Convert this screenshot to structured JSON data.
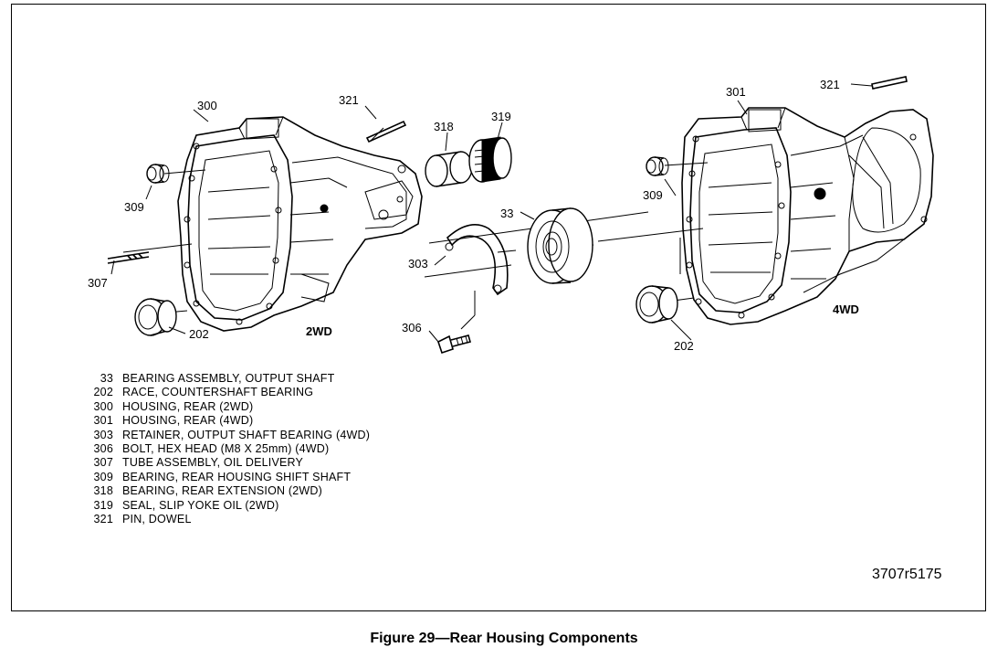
{
  "callouts": {
    "c300": "300",
    "c321a": "321",
    "c318": "318",
    "c319": "319",
    "c309a": "309",
    "c307": "307",
    "c202a": "202",
    "c2wd": "2WD",
    "c33": "33",
    "c303": "303",
    "c306": "306",
    "c301": "301",
    "c321b": "321",
    "c309b": "309",
    "c4wd": "4WD",
    "c202b": "202"
  },
  "legend": [
    {
      "num": "33",
      "text": "BEARING ASSEMBLY, OUTPUT SHAFT"
    },
    {
      "num": "202",
      "text": "RACE, COUNTERSHAFT BEARING"
    },
    {
      "num": "300",
      "text": "HOUSING, REAR (2WD)"
    },
    {
      "num": "301",
      "text": "HOUSING, REAR (4WD)"
    },
    {
      "num": "303",
      "text": "RETAINER, OUTPUT SHAFT BEARING (4WD)"
    },
    {
      "num": "306",
      "text": "BOLT, HEX HEAD (M8 X 25mm) (4WD)"
    },
    {
      "num": "307",
      "text": "TUBE ASSEMBLY, OIL DELIVERY"
    },
    {
      "num": "309",
      "text": "BEARING, REAR HOUSING SHIFT SHAFT"
    },
    {
      "num": "318",
      "text": "BEARING, REAR EXTENSION (2WD)"
    },
    {
      "num": "319",
      "text": "SEAL, SLIP YOKE OIL (2WD)"
    },
    {
      "num": "321",
      "text": "PIN, DOWEL"
    }
  ],
  "reference_code": "3707r5175",
  "figure_title": "Figure 29—Rear Housing Components"
}
